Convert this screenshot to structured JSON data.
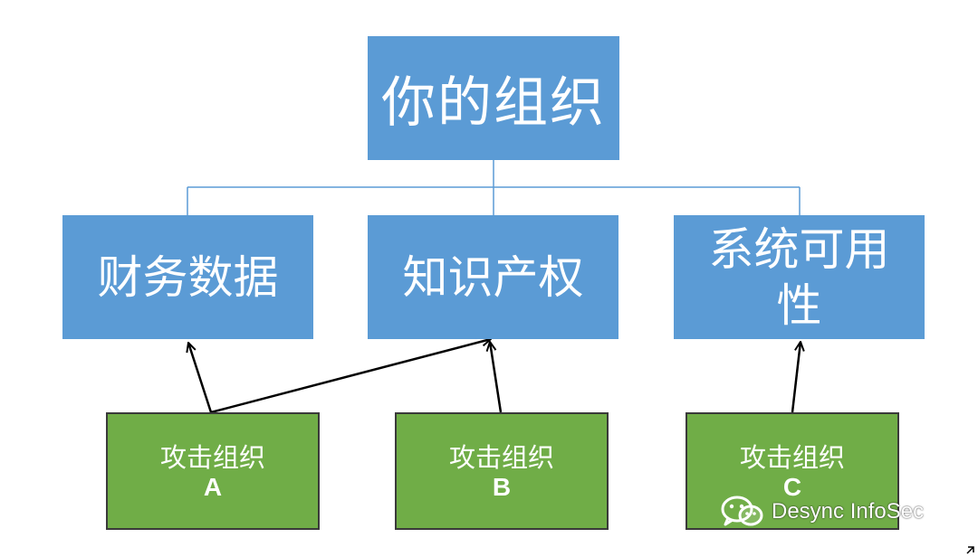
{
  "diagram": {
    "root": {
      "label": "你的组织"
    },
    "assets": [
      {
        "label": "财务数据"
      },
      {
        "label": "知识产权"
      },
      {
        "label": "系统可用性"
      }
    ],
    "attackers": [
      {
        "label": "攻击组织",
        "letter": "A"
      },
      {
        "label": "攻击组织",
        "letter": "B"
      },
      {
        "label": "攻击组织",
        "letter": "C"
      }
    ],
    "colors": {
      "node_blue": "#5b9bd5",
      "node_green": "#70ad47",
      "connector": "#5b9bd5",
      "arrow": "#000000"
    }
  },
  "watermark": {
    "icon": "wechat-icon",
    "text": "Desync InfoSec"
  }
}
